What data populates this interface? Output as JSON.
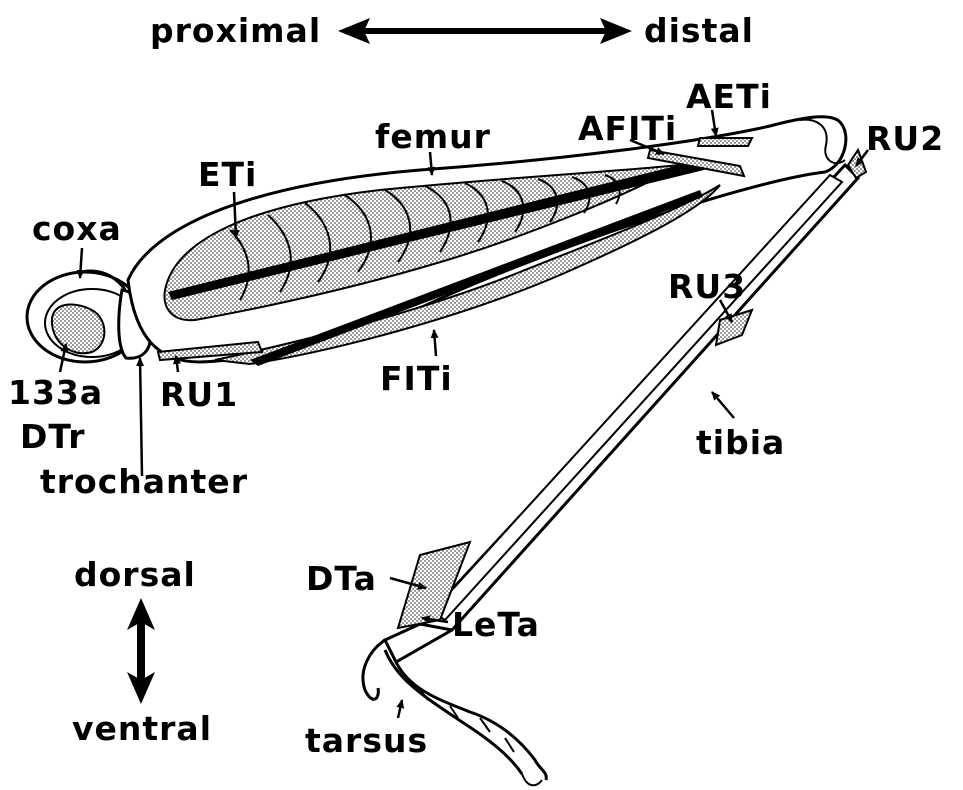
{
  "orientation": {
    "proximal": "proximal",
    "distal": "distal",
    "dorsal": "dorsal",
    "ventral": "ventral"
  },
  "parts": {
    "coxa": "coxa",
    "trochanter": "trochanter",
    "femur": "femur",
    "tibia": "tibia",
    "tarsus": "tarsus"
  },
  "structures": {
    "eti": "ETi",
    "fiti": "FITi",
    "afiti": "AFITi",
    "aeti": "AETi",
    "ru1": "RU1",
    "ru2": "RU2",
    "ru3": "RU3",
    "dtr_number": "133a",
    "dtr": "DTr",
    "dta": "DTa",
    "leta": "LeTa"
  },
  "colors": {
    "ink": "#000000",
    "paper": "#ffffff",
    "stipple": "#b8b8b8"
  }
}
